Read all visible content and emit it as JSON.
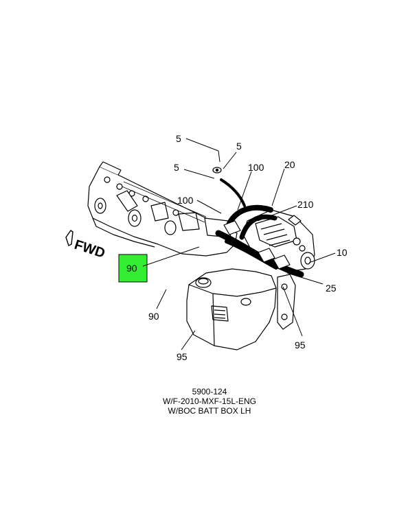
{
  "diagram": {
    "direction_label": "FWD",
    "highlight_color": "#33ee33",
    "callouts": {
      "c5a": "5",
      "c5b": "5",
      "c5c": "5",
      "c100a": "100",
      "c20": "20",
      "c100b": "100",
      "c210": "210",
      "c10": "10",
      "c90hl": "90",
      "c25": "25",
      "c90": "90",
      "c95a": "95",
      "c95b": "95"
    }
  },
  "caption": {
    "line1": "5900-124",
    "line2": "W/F-2010-MXF-15L-ENG",
    "line3": "W/BOC BATT BOX LH"
  }
}
